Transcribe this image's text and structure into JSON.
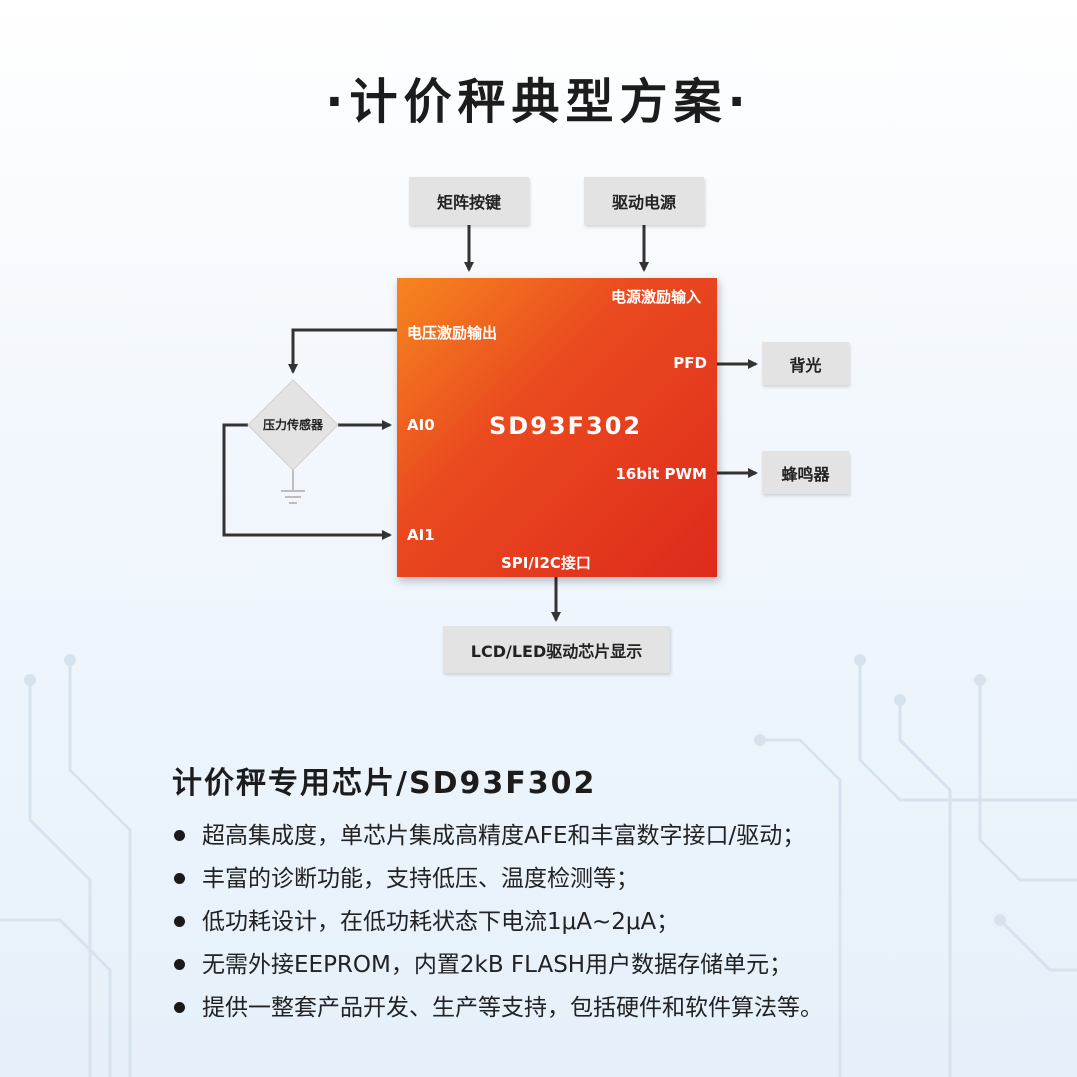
{
  "title": "·计价秤典型方案·",
  "diagram": {
    "inputs": {
      "matrix_keys": "矩阵按键",
      "power_supply": "驱动电源"
    },
    "chip": {
      "name": "SD93F302",
      "power_excitation_input": "电源激励输入",
      "voltage_excitation_output": "电压激励输出",
      "pfd": "PFD",
      "ai0": "AI0",
      "pwm": "16bit PWM",
      "ai1": "AI1",
      "interface": "SPI/I2C接口"
    },
    "pressure_sensor": "压力传感器",
    "outputs": {
      "backlight": "背光",
      "buzzer": "蜂鸣器",
      "display": "LCD/LED驱动芯片显示"
    }
  },
  "section": {
    "title": "计价秤专用芯片/SD93F302",
    "features": [
      "超高集成度，单芯片集成高精度AFE和丰富数字接口/驱动；",
      "丰富的诊断功能，支持低压、温度检测等；",
      "低功耗设计，在低功耗状态下电流1μA~2μA；",
      "无需外接EEPROM，内置2kB FLASH用户数据存储单元；",
      "提供一整套产品开发、生产等支持，包括硬件和软件算法等。"
    ]
  },
  "colors": {
    "chip_gradient_start": "#f6861f",
    "chip_gradient_end": "#de2a1c",
    "box_gray": "#e3e3e3",
    "arrow": "#333333"
  }
}
